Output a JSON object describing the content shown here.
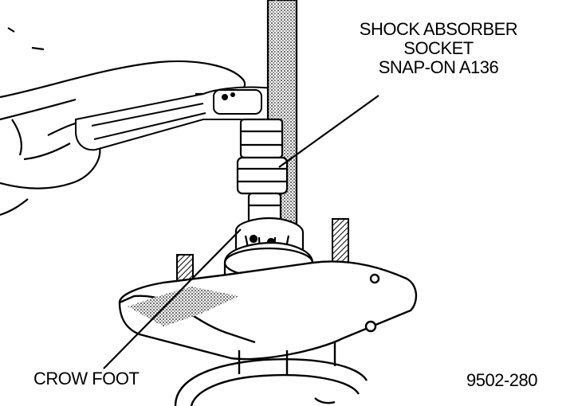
{
  "labels": {
    "shock_socket_line1": "SHOCK ABSORBER",
    "shock_socket_line2": "SOCKET",
    "shock_socket_line3": "SNAP-ON A136",
    "crow_foot": "CROW FOOT",
    "figure_number": "9502-280"
  },
  "colors": {
    "ink": "#000000",
    "paper": "#ffffff",
    "shade": "#3a3a3a"
  }
}
